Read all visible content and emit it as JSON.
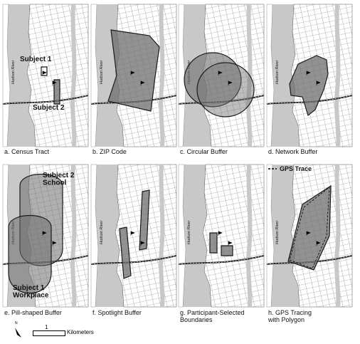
{
  "panels": [
    {
      "caption": "a. Census Tract",
      "labels": [
        "Subject 1",
        "Subject 2"
      ]
    },
    {
      "caption": "b. ZIP Code"
    },
    {
      "caption": "c. Circular Buffer"
    },
    {
      "caption": "d. Network Buffer"
    },
    {
      "caption": "e. Pill-shaped Buffer",
      "labels": [
        "Subject 2\nSchool",
        "Subject 1\nWorkplace"
      ]
    },
    {
      "caption": "f. Spotlight Buffer"
    },
    {
      "caption": "g. Participant-Selected\nBoundaries"
    },
    {
      "caption": "h. GPS Tracing\nwith Polygon",
      "legend": "GPS Trace"
    }
  ],
  "river_label": "Hudson River",
  "scale": {
    "value": "1",
    "unit": "Kilometers"
  },
  "north_label": "N",
  "colors": {
    "water": "#c8c8c8",
    "land": "#ffffff",
    "street": "#7a7a7a",
    "zone_fill": "#6e6e6e",
    "zone_stroke": "#1a1a1a",
    "highway": "#222222"
  }
}
